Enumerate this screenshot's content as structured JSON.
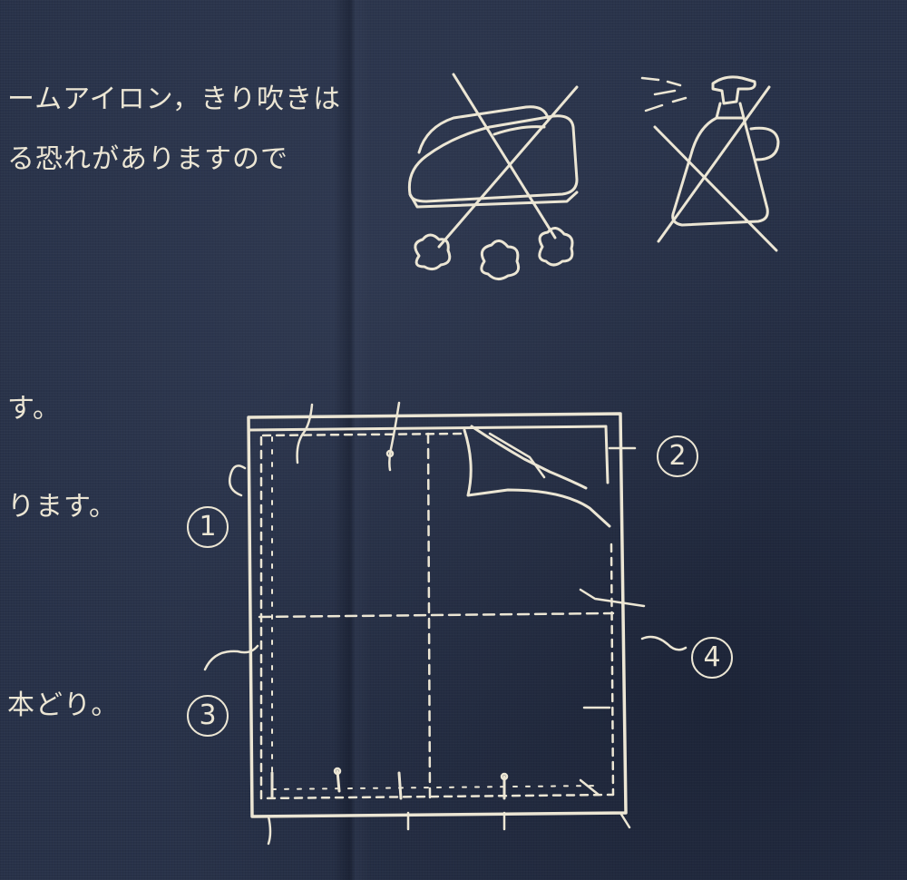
{
  "lines": {
    "line1": "ームアイロン，きり吹きは",
    "line2": "る恐れがありますので",
    "line3": "す。",
    "line4": "ります。",
    "line5": "本どり。"
  },
  "labels": {
    "step1": "1",
    "step2": "2",
    "step3": "3",
    "step4": "4"
  },
  "icons": {
    "iron": "no-steam-iron-icon",
    "spray": "no-spray-bottle-icon"
  },
  "colors": {
    "fabric": "#283249",
    "ink": "#ece6d4"
  }
}
